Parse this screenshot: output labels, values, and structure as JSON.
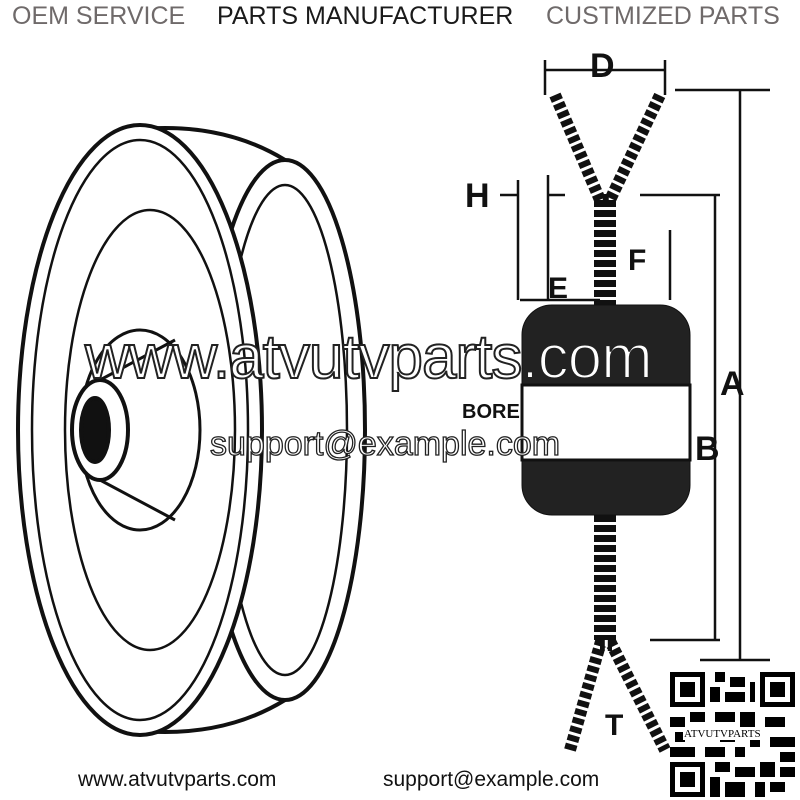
{
  "header": {
    "left": "OEM SERVICE",
    "center": "PARTS MANUFACTURER",
    "right": "CUSTMIZED PARTS"
  },
  "diagram": {
    "labels": {
      "d": "D",
      "h": "H",
      "e": "E",
      "f": "F",
      "a": "A",
      "b": "B",
      "bore": "BORE",
      "t": "T"
    }
  },
  "watermark": {
    "site": "www.atvutvparts.com",
    "email": "support@example.com"
  },
  "footer": {
    "site": "www.atvutvparts.com",
    "email": "support@example.com"
  },
  "qr": {
    "label": "ATVUTVPARTS"
  },
  "colors": {
    "header_gray": "#6f6a6a",
    "header_dark": "#1a1a1a"
  }
}
